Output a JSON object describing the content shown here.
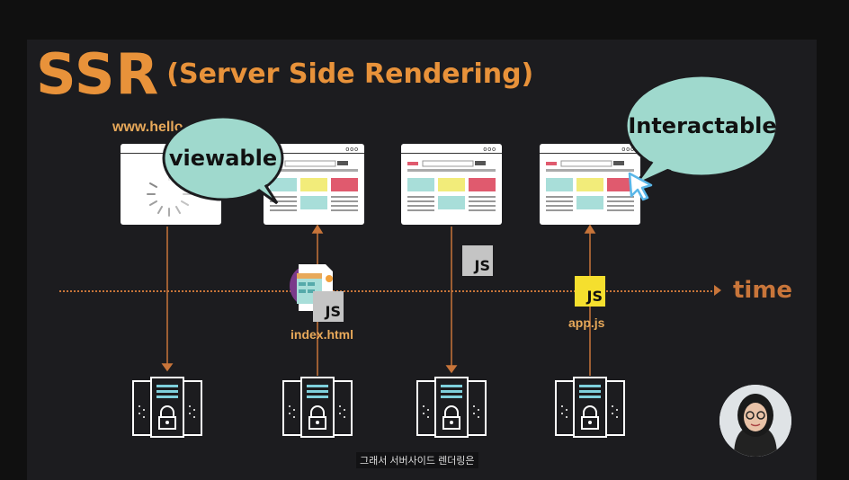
{
  "slide": {
    "title_main": "SSR",
    "title_sub": "(Server Side Rendering)",
    "url_text": "www.hello",
    "bubbles": {
      "viewable": "viewable",
      "interactable": "Interactable"
    },
    "timeline_label": "time",
    "files": {
      "index_label": "index.html",
      "app_label": "app.js",
      "js_text": "JS"
    },
    "window_dots": "ooo"
  },
  "caption": "그래서 서버사이드 렌더링은",
  "colors": {
    "accent": "#e8923a",
    "bubble": "#9fd9cd",
    "js_yellow": "#f5df2e",
    "js_gray": "#c4c4c4",
    "panel_red": "#e05a6e",
    "panel_yellow": "#f2ec7a",
    "panel_teal": "#a8ded9"
  },
  "icons": [
    "loading-spinner-icon",
    "cursor-icon",
    "server-icon",
    "lock-icon",
    "document-icon"
  ]
}
